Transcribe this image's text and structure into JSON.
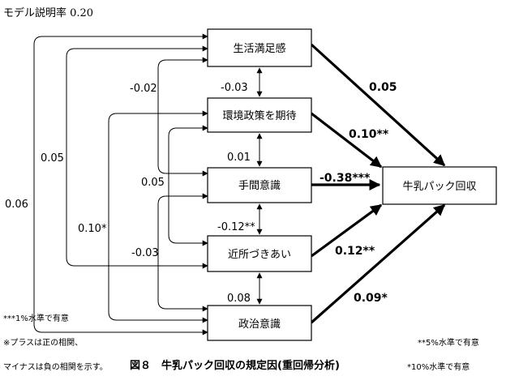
{
  "model_fit": "モデル説明率 0.20",
  "nodes": {
    "satisfaction": "生活満足感",
    "env_policy": "環境政策を期待",
    "time_awareness": "手間意識",
    "neighborhood": "近所づきあい",
    "political": "政治意識",
    "outcome": "牛乳パック回収"
  },
  "paths": {
    "satisfaction": "0.05",
    "env_policy": "0.10**",
    "time_awareness": "-0.38***",
    "neighborhood": "0.12**",
    "political": "0.09*"
  },
  "correlations": {
    "sat_env": "-0.03",
    "env_time": "0.01",
    "time_neigh": "-0.12**",
    "neigh_pol": "0.08",
    "sat_time": "-0.02",
    "env_neigh": "0.05",
    "time_pol": "-0.03",
    "sat_neigh": "0.05",
    "env_pol": "0.10*",
    "sat_pol": "0.06"
  },
  "notes": {
    "p001": "***1%水準で有意",
    "p005": "**5%水準で有意",
    "p010": "*10%水準で有意",
    "plus": "※プラスは正の相関、",
    "minus": "マイナスは負の相関を示す。"
  },
  "caption": "図８　牛乳パック回収の規定因(重回帰分析)"
}
